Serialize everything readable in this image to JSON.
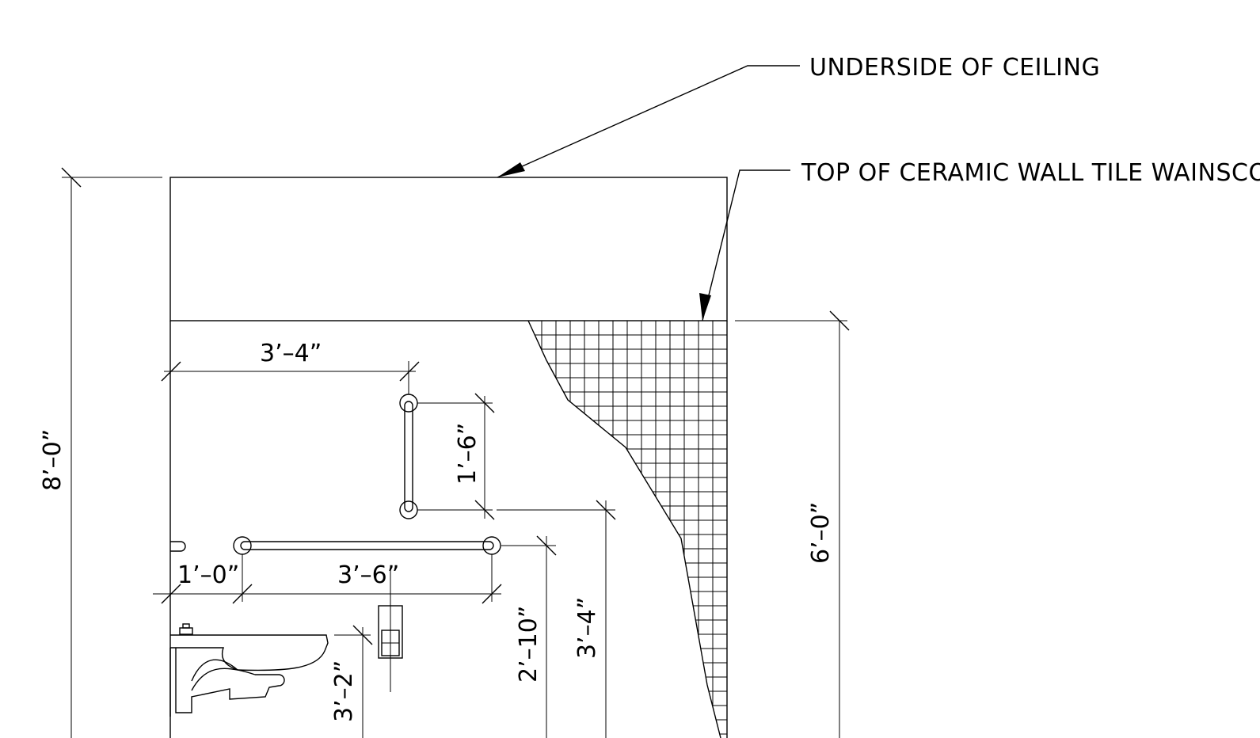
{
  "labels": {
    "ceiling": "UNDERSIDE OF CEILING",
    "wainscoat": "TOP OF CERAMIC WALL TILE WAINSCOAT"
  },
  "dimensions": {
    "overall_height": "8’–0”",
    "wainscoat_height": "6’–0”",
    "grab_bar_offset": "3’–4”",
    "vertical_bar_length": "1’–6”",
    "rear_bar_offset": "1’–0”",
    "rear_bar_length": "3’–6”",
    "rear_bar_height": "2’–10”",
    "vertical_bar_bottom": "3’–4”",
    "lavatory_height": "3’–2”"
  }
}
